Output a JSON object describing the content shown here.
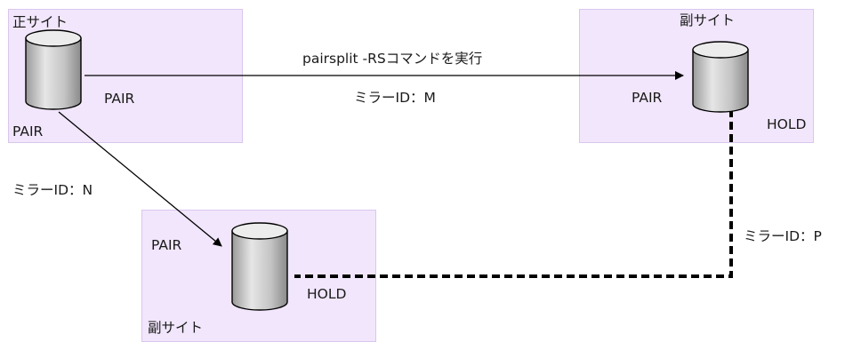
{
  "sites": {
    "primary": {
      "name": "正サイト",
      "volume_status": "PAIR",
      "link_status": "PAIR"
    },
    "secondary_1": {
      "name": "副サイト",
      "pair_status": "PAIR",
      "hold_status": "HOLD"
    },
    "secondary_2": {
      "name": "副サイト",
      "pair_status": "PAIR",
      "hold_status": "HOLD"
    }
  },
  "links": {
    "command": "pairsplit -RSコマンドを実行",
    "mirror_m": "ミラーID：M",
    "mirror_n": "ミラーID：N",
    "mirror_p": "ミラーID：P"
  },
  "colors": {
    "site_background": "#f1e6fb",
    "cylinder_fill": "#c8c8c8",
    "line": "#000000"
  }
}
